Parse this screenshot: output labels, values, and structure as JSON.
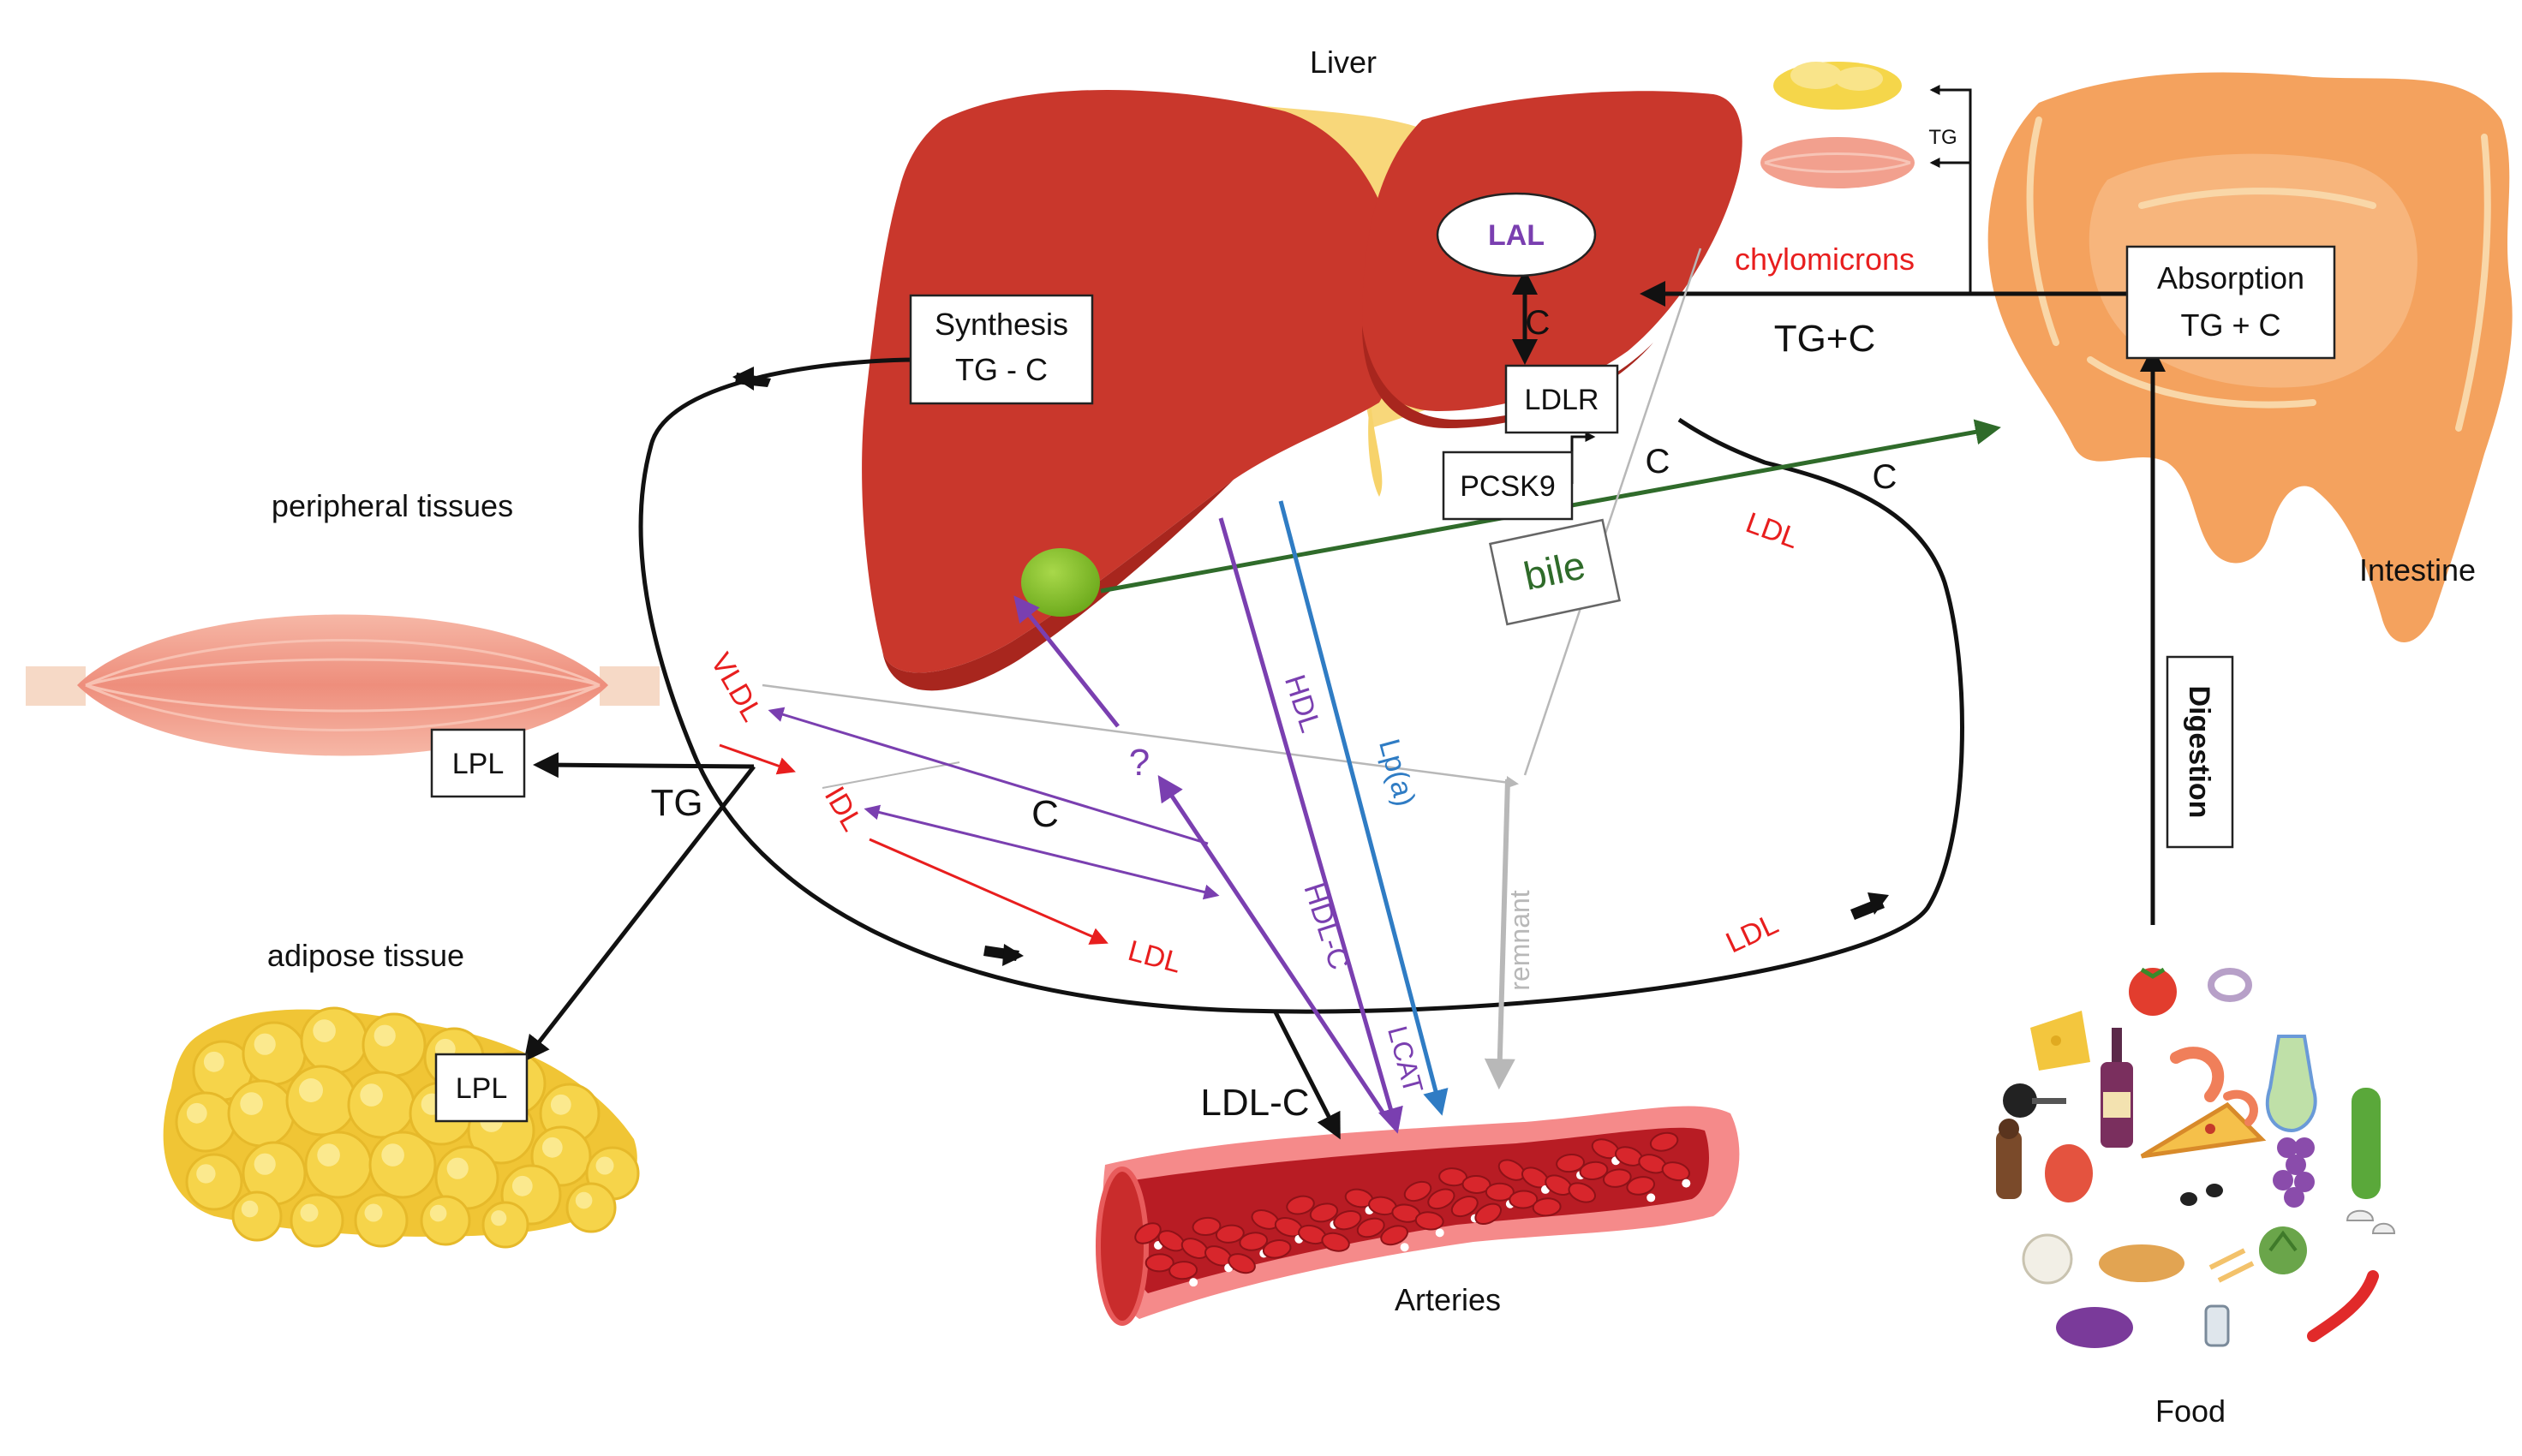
{
  "labels": {
    "liver": "Liver",
    "intestine": "Intestine",
    "peripheral": "peripheral tissues",
    "adipose": "adipose tissue",
    "arteries": "Arteries",
    "food": "Food"
  },
  "boxes": {
    "synthesis_line1": "Synthesis",
    "synthesis_line2": "TG - C",
    "absorption_line1": "Absorption",
    "absorption_line2": "TG + C",
    "ldlr": "LDLR",
    "pcsk9": "PCSK9",
    "lpl_muscle": "LPL",
    "lpl_adipose": "LPL",
    "digestion": "Digestion",
    "bile": "bile",
    "lal": "LAL"
  },
  "flow_labels": {
    "chylomicrons": "chylomicrons",
    "tg_c": "TG+C",
    "tg_small": "TG",
    "c_lal": "C",
    "c_ldlr": "C",
    "c_bile": "C",
    "ldl_upper": "LDL",
    "tg_tissue": "TG",
    "vldl": "VLDL",
    "idl": "IDL",
    "ldl_lower_left": "LDL",
    "c_exchange": "C",
    "question": "?",
    "hdl": "HDL",
    "lpa": "Lp(a)",
    "hdl_c": "HDL-C",
    "lcat": "LCAT",
    "remnant": "remnant",
    "ldl_lower_right": "LDL",
    "ldl_c": "LDL-C"
  },
  "colors": {
    "liver": "#c9372c",
    "liver_dark": "#a8261e",
    "gallbladder": "#7dbb1f",
    "intestine": "#f4a25e",
    "muscle": "#f2a08e",
    "fat": "#f5d64a",
    "artery": "#e23a3a",
    "red_text": "#e81e1e",
    "purple": "#7a3fb0",
    "blue": "#2f7cc4",
    "green": "#2f6b2a",
    "gray": "#b8b8b8",
    "black": "#111111"
  }
}
